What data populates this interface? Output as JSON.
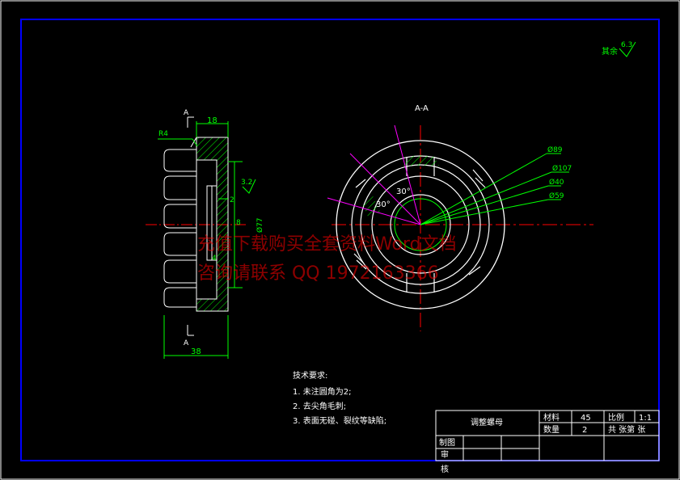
{
  "drawing": {
    "roughness": {
      "label": "其余",
      "value": "6.3"
    },
    "section_label": "A-A",
    "section_marker": "A",
    "side_view": {
      "dims": {
        "width_top": "18",
        "fillet": "R4",
        "rough": "3.2",
        "small1": "2",
        "small2": "8",
        "small3": "4",
        "diameter": "Ø77",
        "width_bottom": "38"
      }
    },
    "front_view": {
      "diameters": [
        "Ø89",
        "Ø107",
        "Ø40",
        "Ø59"
      ],
      "angles": [
        "30°",
        "30°"
      ]
    },
    "tech_requirements": {
      "title": "技术要求:",
      "items": [
        "1. 未注圆角为2;",
        "2. 去尖角毛刺;",
        "3. 表面无碰、裂纹等缺陷;"
      ]
    },
    "title_block": {
      "part_name": "调整螺母",
      "material_label": "材料",
      "material": "45",
      "scale_label": "比例",
      "scale": "1:1",
      "qty_label": "数量",
      "qty": "2",
      "sheets": "共   张第   张",
      "drawn_label": "制图",
      "review_label": "审",
      "check_label": "核"
    }
  },
  "watermark": {
    "line1": "充值下载购买全套资料Word文档",
    "line2": "咨询请联系 QQ 1972163366"
  },
  "colors": {
    "frame": "#0000ff",
    "outline": "#ffffff",
    "dim": "#00ff00",
    "hatch": "#00ff00",
    "center": "#ff0000",
    "hint": "#ff00ff"
  }
}
